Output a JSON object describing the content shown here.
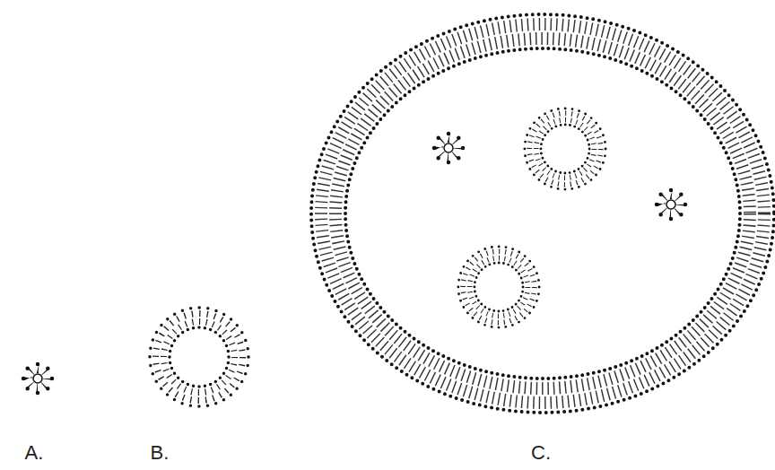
{
  "diagram": {
    "labels": [
      "A.",
      "B.",
      "C."
    ]
  }
}
